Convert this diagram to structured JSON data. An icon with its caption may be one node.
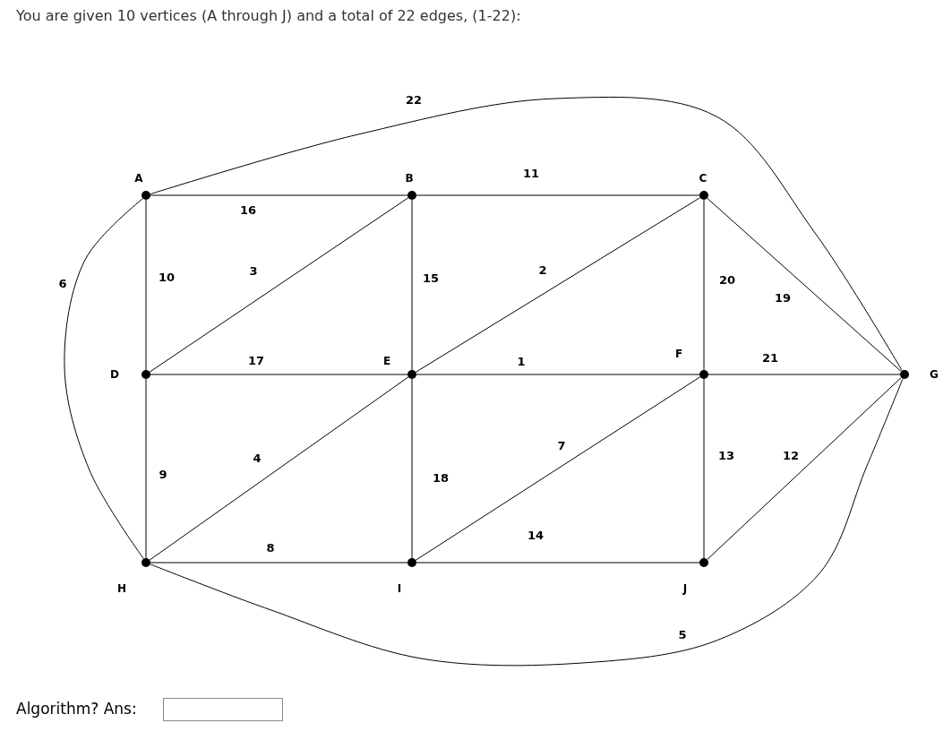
{
  "diagram": {
    "title": "You are given 10 vertices (A through J) and a total of 22 edges, (1-22):",
    "nodes": [
      {
        "text": [
          "A"
        ]
      },
      {
        "text": [
          "B"
        ]
      },
      {
        "text": [
          "C"
        ]
      },
      {
        "text": [
          "D"
        ]
      },
      {
        "text": [
          "E"
        ]
      },
      {
        "text": [
          "F"
        ]
      },
      {
        "text": [
          "G"
        ]
      },
      {
        "text": [
          "H"
        ]
      },
      {
        "text": [
          "I"
        ]
      },
      {
        "text": [
          "J"
        ]
      }
    ],
    "edges": [
      {
        "from": 0,
        "to": 1,
        "arrow": "none",
        "label": "16"
      },
      {
        "from": 0,
        "to": 3,
        "arrow": "none",
        "label": "10"
      },
      {
        "from": 0,
        "to": 6,
        "arrow": "none",
        "label": "22"
      },
      {
        "from": 0,
        "to": 7,
        "arrow": "none",
        "label": "6"
      },
      {
        "from": 7,
        "to": 6,
        "arrow": "none",
        "label": "5"
      },
      {
        "from": 1,
        "to": 2,
        "arrow": "none",
        "label": "11"
      },
      {
        "from": 3,
        "to": 1,
        "arrow": "none",
        "label": "3"
      },
      {
        "from": 1,
        "to": 4,
        "arrow": "none",
        "label": "15"
      },
      {
        "from": 4,
        "to": 2,
        "arrow": "none",
        "label": "2"
      },
      {
        "from": 2,
        "to": 5,
        "arrow": "none",
        "label": "20"
      },
      {
        "from": 2,
        "to": 6,
        "arrow": "none",
        "label": "19"
      },
      {
        "from": 3,
        "to": 4,
        "arrow": "none",
        "label": "17"
      },
      {
        "from": 4,
        "to": 5,
        "arrow": "none",
        "label": "1"
      },
      {
        "from": 5,
        "to": 6,
        "arrow": "none",
        "label": "21"
      },
      {
        "from": 3,
        "to": 7,
        "arrow": "none",
        "label": "9"
      },
      {
        "from": 7,
        "to": 4,
        "arrow": "none",
        "label": "4"
      },
      {
        "from": 4,
        "to": 8,
        "arrow": "none",
        "label": "18"
      },
      {
        "from": 8,
        "to": 5,
        "arrow": "none",
        "label": "7"
      },
      {
        "from": 5,
        "to": 9,
        "arrow": "none",
        "label": "13"
      },
      {
        "from": 9,
        "to": 6,
        "arrow": "none",
        "label": "12"
      },
      {
        "from": 7,
        "to": 8,
        "arrow": "none",
        "label": "8"
      },
      {
        "from": 8,
        "to": 9,
        "arrow": "none",
        "label": "14"
      }
    ],
    "labels": [
      "Algorithm? Ans:"
    ]
  }
}
